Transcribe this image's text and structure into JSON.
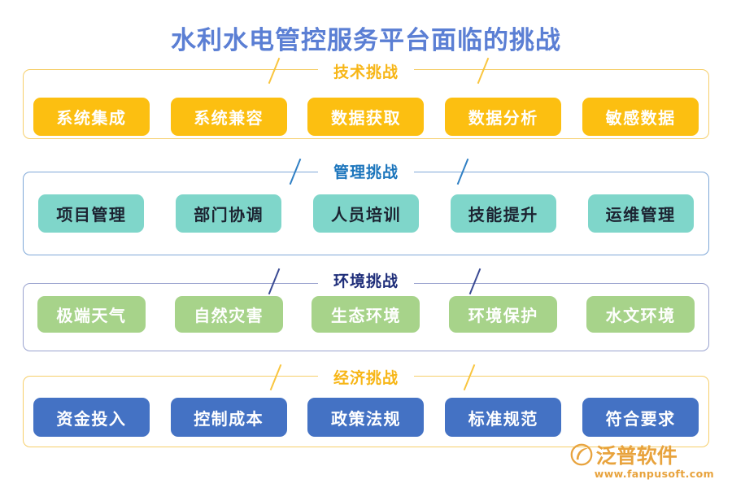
{
  "title": "水利水电管控服务平台面临的挑战",
  "title_color": "#5b7fd4",
  "background_color": "#ffffff",
  "sections": [
    {
      "id": "tech",
      "heading": "技术挑战",
      "heading_color": "#f7b617",
      "border_color": "#f6cf6b",
      "chip_color": "#fcbf11",
      "chip_text_color": "#ffffff",
      "items": [
        "系统集成",
        "系统兼容",
        "数据获取",
        "数据分析",
        "敏感数据"
      ]
    },
    {
      "id": "mgmt",
      "heading": "管理挑战",
      "heading_color": "#1c75bc",
      "border_color": "#7fa8d8",
      "chip_color": "#7fd6ca",
      "chip_text_color": "#1c2331",
      "items": [
        "项目管理",
        "部门协调",
        "人员培训",
        "技能提升",
        "运维管理"
      ]
    },
    {
      "id": "env",
      "heading": "环境挑战",
      "heading_color": "#1f2e7a",
      "border_color": "#9aa3cf",
      "chip_color": "#a7d38a",
      "chip_text_color": "#ffffff",
      "items": [
        "极端天气",
        "自然灾害",
        "生态环境",
        "环境保护",
        "水文环境"
      ]
    },
    {
      "id": "econ",
      "heading": "经济挑战",
      "heading_color": "#f7b617",
      "border_color": "#f6cf6b",
      "chip_color": "#4472c4",
      "chip_text_color": "#ffffff",
      "items": [
        "资金投入",
        "控制成本",
        "政策法规",
        "标准规范",
        "符合要求"
      ]
    }
  ],
  "logo": {
    "name": "泛普软件",
    "url": "www.fanpusoft.com",
    "color": "#e8a33d"
  }
}
